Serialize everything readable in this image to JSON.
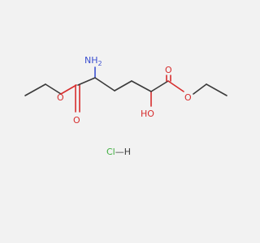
{
  "atoms": {
    "amino": "NH",
    "amino_sub": "2",
    "hydroxy": "HO",
    "ester_o_left": "O",
    "carbonyl_o_left": "O",
    "ester_o_right": "O",
    "carbonyl_o_right": "O",
    "hcl": "Cl—H"
  },
  "colors": {
    "bond": "#3a3a3a",
    "oxygen": "#d62d2d",
    "nitrogen": "#3b4fd0",
    "chlorine": "#3fae3f",
    "background": "#f2f2f2"
  }
}
